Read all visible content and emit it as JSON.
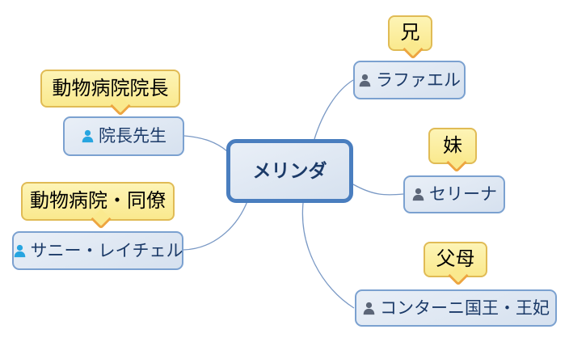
{
  "colors": {
    "canvas_bg": "#ffffff",
    "node_fill": "#d6e1ef",
    "node_fill_light": "#e9eff7",
    "node_border": "#7ba1d0",
    "center_border": "#4a7ebf",
    "node_text": "#1b3a68",
    "callout_fill_top": "#fdf4b6",
    "callout_fill_bottom": "#fae98e",
    "callout_border": "#e0bb55",
    "tail_border": "#eda541",
    "callout_text": "#000000",
    "line_color": "#7a99c5",
    "icon_gray": "#5c6678",
    "icon_blue": "#27a5e0"
  },
  "mindmap": {
    "type": "relationship-map",
    "center": {
      "label": "メリンダ"
    },
    "branches": [
      {
        "relation": "兄",
        "name": "ラファエル",
        "icon": "person-icon",
        "icon_color": "gray"
      },
      {
        "relation": "妹",
        "name": "セリーナ",
        "icon": "person-icon",
        "icon_color": "gray"
      },
      {
        "relation": "父母",
        "name": "コンターニ国王・王妃",
        "icon": "person-icon",
        "icon_color": "gray"
      },
      {
        "relation": "動物病院院長",
        "name": "院長先生",
        "icon": "person-icon",
        "icon_color": "blue"
      },
      {
        "relation": "動物病院・同僚",
        "name": "サニー・レイチェル",
        "icon": "person-icon",
        "icon_color": "blue"
      }
    ]
  }
}
